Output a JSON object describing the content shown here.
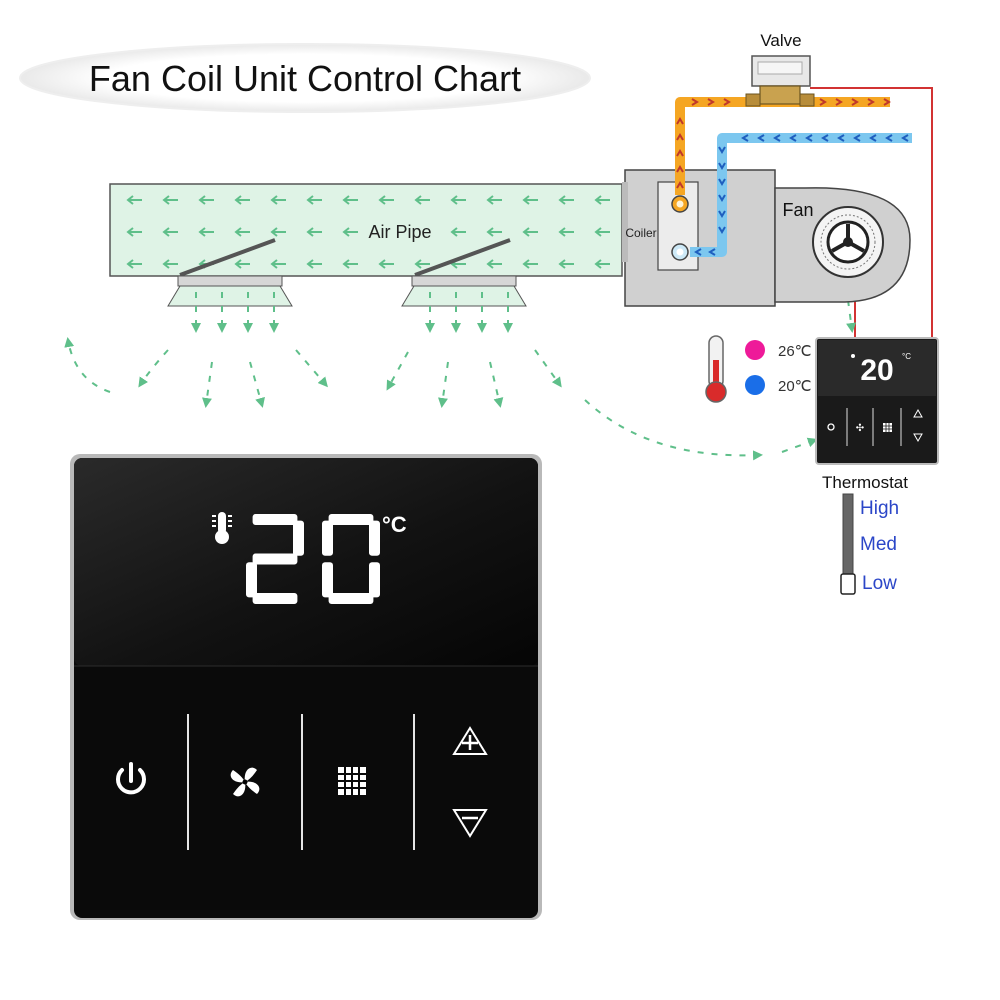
{
  "title": "Fan Coil Unit Control Chart",
  "labels": {
    "valve": "Valve",
    "air_pipe": "Air Pipe",
    "coiler": "Coiler",
    "fan": "Fan",
    "thermostat": "Thermostat"
  },
  "temperatures": {
    "hot": "26℃",
    "cold": "20℃"
  },
  "fan_speeds": [
    "High",
    "Med",
    "Low"
  ],
  "display": {
    "temperature": "20",
    "unit": "°C"
  },
  "colors": {
    "hot_pipe": "#f5a623",
    "cold_pipe": "#7cc7ef",
    "airflow": "#5fbf8a",
    "duct_fill": "#dff3e6",
    "hot_dot": "#ee1a99",
    "cold_dot": "#1a6ee8",
    "wire": "#d23333",
    "speed_text": "#2b46c8"
  },
  "icons": [
    "thermometer-icon",
    "power-icon",
    "fan-icon",
    "grid-icon",
    "plus-icon",
    "minus-icon"
  ]
}
